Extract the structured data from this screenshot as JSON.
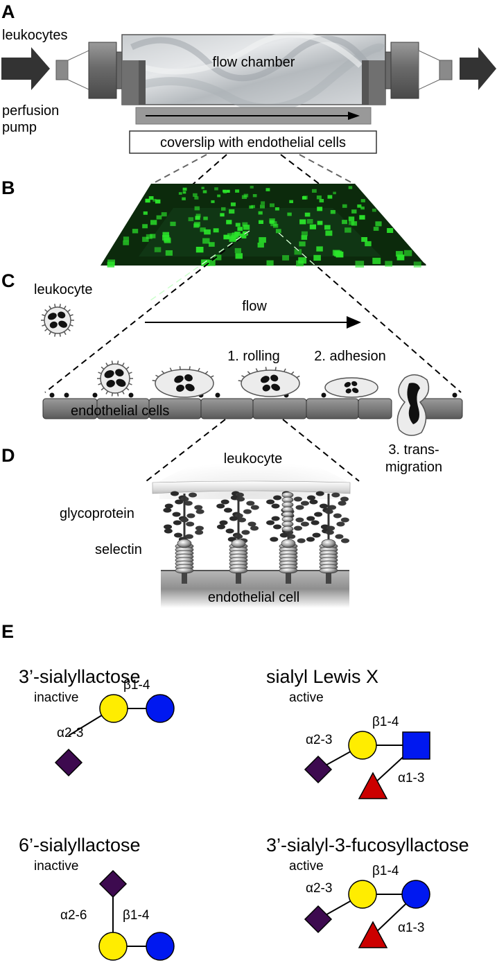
{
  "panel_a": {
    "letter": "A",
    "leukocytes": "leukocytes",
    "pump_line1": "perfusion",
    "pump_line2": "pump",
    "chamber": "flow chamber",
    "coverslip": "coverslip with endothelial cells"
  },
  "panel_b": {
    "letter": "B"
  },
  "panel_c": {
    "letter": "C",
    "leukocyte": "leukocyte",
    "flow": "flow",
    "rolling": "1. rolling",
    "adhesion": "2. adhesion",
    "transmigration_line1": "3. trans-",
    "transmigration_line2": "migration",
    "endothelial_cells": "endothelial cells"
  },
  "panel_d": {
    "letter": "D",
    "leukocyte": "leukocyte",
    "glycoprotein": "glycoprotein",
    "selectin": "selectin",
    "endothelial_cell": "endothelial cell"
  },
  "panel_e": {
    "letter": "E",
    "glycans": [
      {
        "name": "3’-sialyllactose",
        "activity": "inactive",
        "link_sia": "α2-3",
        "link_gal": "β1-4"
      },
      {
        "name": "sialyl Lewis X",
        "activity": "active",
        "link_sia": "α2-3",
        "link_gal": "β1-4",
        "link_fuc": "α1-3"
      },
      {
        "name": "6’-sialyllactose",
        "activity": "inactive",
        "link_sia": "α2-6",
        "link_gal": "β1-4"
      },
      {
        "name": "3’-sialyl-3-fucosyllactose",
        "activity": "active",
        "link_sia": "α2-3",
        "link_gal": "β1-4",
        "link_fuc": "α1-3"
      }
    ]
  },
  "colors": {
    "galactose": "#FFED00",
    "glucose": "#0018F0",
    "glcnac": "#0018F0",
    "sialic_acid": "#3D0A4F",
    "fucose": "#CC0000",
    "fluorescence": "#2BE62B"
  }
}
